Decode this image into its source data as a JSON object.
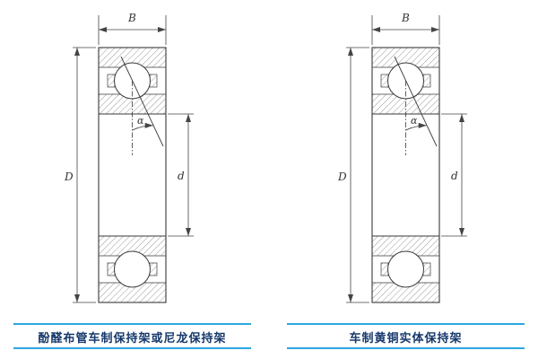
{
  "diagrams": [
    {
      "id": "left-bearing",
      "labels": {
        "B": "B",
        "D": "D",
        "d": "d",
        "alpha": "α"
      },
      "caption": "酚醛布管车制保持架或尼龙保持架"
    },
    {
      "id": "right-bearing",
      "labels": {
        "B": "B",
        "D": "D",
        "d": "d",
        "alpha": "α"
      },
      "caption": "车制黄铜实体保持架"
    }
  ],
  "colors": {
    "line": "#3a3a3a",
    "dimension_line": "#444444",
    "hatch": "#9a9a9a",
    "caption_rule": "#2ba7e0",
    "caption_text": "#16386b",
    "background": "#ffffff"
  }
}
